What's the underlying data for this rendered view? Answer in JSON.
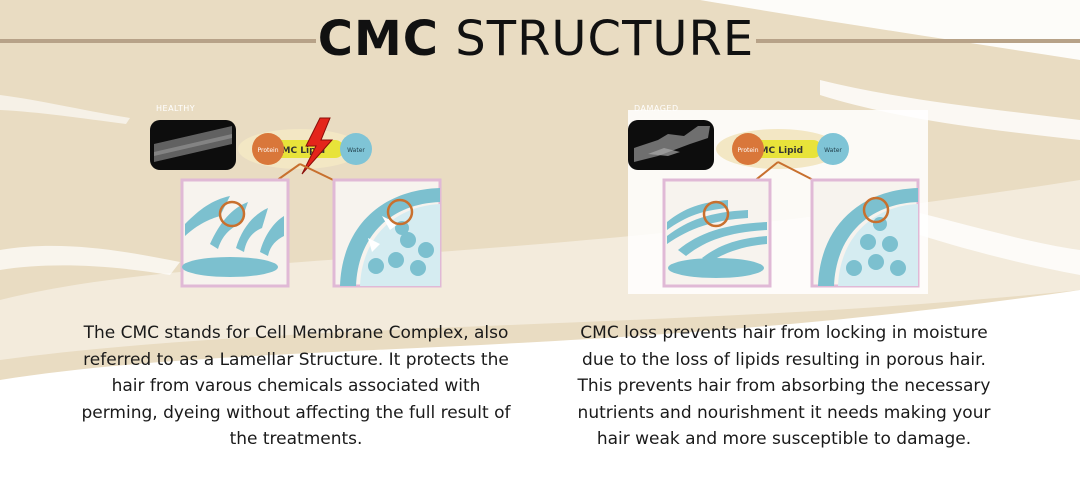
{
  "title": {
    "bold": "CMC",
    "light": "STRUCTURE"
  },
  "panels": [
    {
      "label": "HEALTHY",
      "protein": "Protein",
      "lipid": "CMC Lipid",
      "water": "Water"
    },
    {
      "label": "DAMAGED",
      "protein": "Protein",
      "lipid": "CMC Lipid",
      "water": "Water"
    }
  ],
  "descriptions": {
    "left": "The CMC stands for Cell Membrane Complex, also referred to as a Lamellar Structure. It protects the hair from varous chemicals associated with perming, dyeing without affecting the full result of the treatments.",
    "right": "CMC loss prevents hair from locking in moisture due to the loss of lipids resulting in porous hair. This prevents hair from absorbing the necessary nutrients and nourishment it needs making your hair weak and more susceptible to damage."
  },
  "colors": {
    "background": "#e9dcc2",
    "title_line": "#b7a288",
    "protein": "#d9773a",
    "lipid": "#e8e33a",
    "water": "#7fc4d6",
    "connector": "#c8702e",
    "frame": "#e0b9d6",
    "cell": "#7cc0cf"
  }
}
